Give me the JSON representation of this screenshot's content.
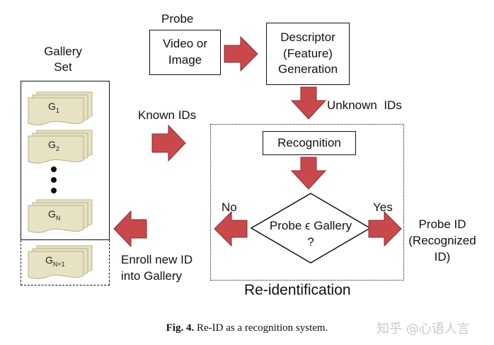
{
  "diagram": {
    "probe_label": "Probe",
    "video_box": [
      "Video or",
      "Image"
    ],
    "descriptor_box": [
      "Descriptor",
      "(Feature)",
      "Generation"
    ],
    "unknown_ids": "Unknown  IDs",
    "known_ids": "Known IDs",
    "gallery_set": [
      "Gallery",
      "Set"
    ],
    "gallery_items": [
      {
        "base": "G",
        "sub": "1"
      },
      {
        "base": "G",
        "sub": "2"
      },
      {
        "base": "G",
        "sub": "N"
      }
    ],
    "new_gallery_item": {
      "base": "G",
      "sub": "N+1"
    },
    "recognition_box": "Recognition",
    "decision_text": [
      "Probe ϵ Gallery",
      "?"
    ],
    "no_label": "No",
    "yes_label": "Yes",
    "enroll_label": [
      "Enroll new ID",
      "into Gallery"
    ],
    "probe_id_label": [
      "Probe ID",
      "(Recognized",
      "ID)"
    ],
    "reid_label": "Re-identification"
  },
  "caption": {
    "fig": "Fig. 4.",
    "text": "Re-ID as a recognition system."
  },
  "watermark": "知乎 @心语人言",
  "colors": {
    "arrow_fill": "#c8484c",
    "arrow_stroke": "#8a2a2e",
    "card_fill": "#e8e2c4",
    "card_stroke": "#b9b08a"
  }
}
